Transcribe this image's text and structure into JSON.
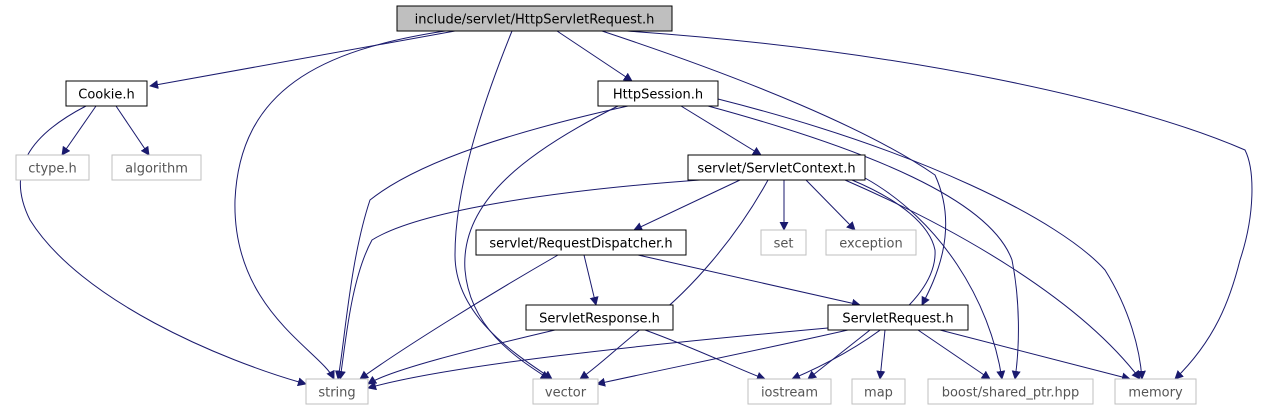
{
  "graph": {
    "colors": {
      "edge": "#1a1a6e",
      "root_fill": "#bfbfbf",
      "box_stroke": "#000000",
      "external_stroke": "#bfbfbf",
      "background": "#ffffff"
    },
    "nodes": [
      {
        "id": "root",
        "label": "include/servlet/HttpServletRequest.h",
        "kind": "root"
      },
      {
        "id": "cookie",
        "label": "Cookie.h",
        "kind": "local"
      },
      {
        "id": "httpsession",
        "label": "HttpSession.h",
        "kind": "local"
      },
      {
        "id": "ctype",
        "label": "ctype.h",
        "kind": "external"
      },
      {
        "id": "algorithm",
        "label": "algorithm",
        "kind": "external"
      },
      {
        "id": "servletcontext",
        "label": "servlet/ServletContext.h",
        "kind": "local"
      },
      {
        "id": "requestdispatcher",
        "label": "servlet/RequestDispatcher.h",
        "kind": "local"
      },
      {
        "id": "set",
        "label": "set",
        "kind": "external"
      },
      {
        "id": "exception",
        "label": "exception",
        "kind": "external"
      },
      {
        "id": "servletresponse",
        "label": "ServletResponse.h",
        "kind": "local"
      },
      {
        "id": "servletrequest",
        "label": "ServletRequest.h",
        "kind": "local"
      },
      {
        "id": "string",
        "label": "string",
        "kind": "external"
      },
      {
        "id": "vector",
        "label": "vector",
        "kind": "external"
      },
      {
        "id": "iostream",
        "label": "iostream",
        "kind": "external"
      },
      {
        "id": "map",
        "label": "map",
        "kind": "external"
      },
      {
        "id": "shared_ptr",
        "label": "boost/shared_ptr.hpp",
        "kind": "external"
      },
      {
        "id": "memory",
        "label": "memory",
        "kind": "external"
      }
    ],
    "edges": [
      {
        "from": "root",
        "to": "cookie"
      },
      {
        "from": "root",
        "to": "httpsession"
      },
      {
        "from": "root",
        "to": "string"
      },
      {
        "from": "root",
        "to": "vector"
      },
      {
        "from": "root",
        "to": "servletrequest"
      },
      {
        "from": "root",
        "to": "memory"
      },
      {
        "from": "cookie",
        "to": "ctype"
      },
      {
        "from": "cookie",
        "to": "algorithm"
      },
      {
        "from": "cookie",
        "to": "string"
      },
      {
        "from": "httpsession",
        "to": "servletcontext"
      },
      {
        "from": "httpsession",
        "to": "string"
      },
      {
        "from": "httpsession",
        "to": "vector"
      },
      {
        "from": "httpsession",
        "to": "shared_ptr"
      },
      {
        "from": "httpsession",
        "to": "memory"
      },
      {
        "from": "servletcontext",
        "to": "requestdispatcher"
      },
      {
        "from": "servletcontext",
        "to": "set"
      },
      {
        "from": "servletcontext",
        "to": "exception"
      },
      {
        "from": "servletcontext",
        "to": "string"
      },
      {
        "from": "servletcontext",
        "to": "vector"
      },
      {
        "from": "servletcontext",
        "to": "iostream"
      },
      {
        "from": "servletcontext",
        "to": "shared_ptr"
      },
      {
        "from": "servletcontext",
        "to": "memory"
      },
      {
        "from": "requestdispatcher",
        "to": "servletresponse"
      },
      {
        "from": "requestdispatcher",
        "to": "servletrequest"
      },
      {
        "from": "requestdispatcher",
        "to": "string"
      },
      {
        "from": "servletresponse",
        "to": "string"
      },
      {
        "from": "servletresponse",
        "to": "iostream"
      },
      {
        "from": "servletrequest",
        "to": "string"
      },
      {
        "from": "servletrequest",
        "to": "vector"
      },
      {
        "from": "servletrequest",
        "to": "iostream"
      },
      {
        "from": "servletrequest",
        "to": "map"
      },
      {
        "from": "servletrequest",
        "to": "shared_ptr"
      },
      {
        "from": "servletrequest",
        "to": "memory"
      }
    ]
  }
}
